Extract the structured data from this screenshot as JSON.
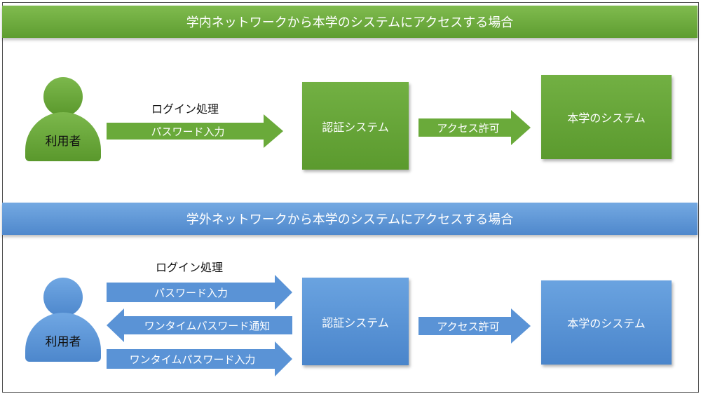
{
  "inside": {
    "title": "学内ネットワークから本学のシステムにアクセスする場合",
    "user": "利用者",
    "login": "ログイン処理",
    "arrow_password": "パスワード入力",
    "auth": "認証システム",
    "arrow_access": "アクセス許可",
    "system": "本学のシステム",
    "color": "#6aaa3a"
  },
  "outside": {
    "title": "学外ネットワークから本学のシステムにアクセスする場合",
    "user": "利用者",
    "login": "ログイン処理",
    "arrow_password": "パスワード入力",
    "arrow_otp_notice": "ワンタイムパスワード通知",
    "arrow_otp_input": "ワンタイムパスワード入力",
    "auth": "認証システム",
    "arrow_access": "アクセス許可",
    "system": "本学のシステム",
    "color": "#5a93d6"
  }
}
